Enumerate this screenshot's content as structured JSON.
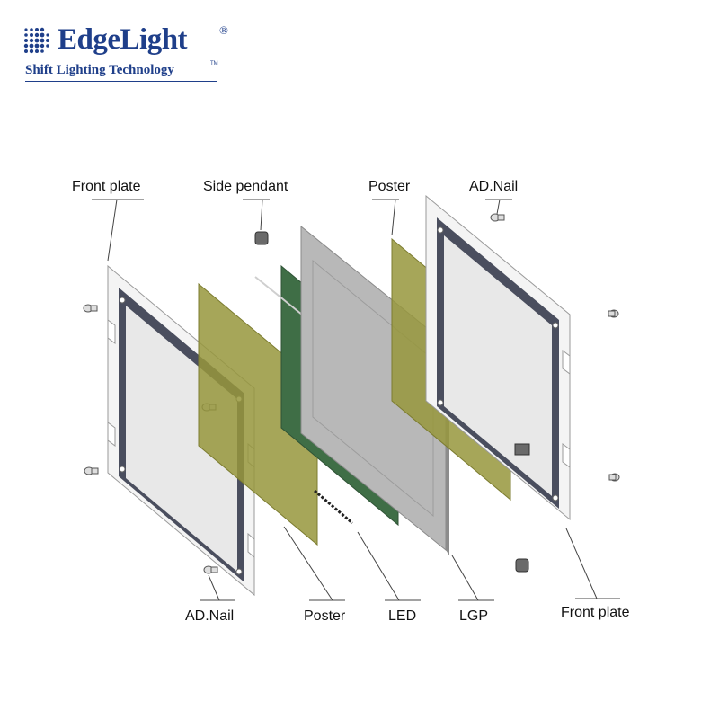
{
  "brand": {
    "name": "EdgeLight",
    "registered": "®",
    "tagline": "Shift Lighting Technology",
    "trademark": "TM",
    "color": "#1f3f8a"
  },
  "labels": {
    "front_plate_left": "Front plate",
    "side_pendant": "Side pendant",
    "poster_top": "Poster",
    "ad_nail_top": "AD.Nail",
    "ad_nail_bottom": "AD.Nail",
    "poster_bottom": "Poster",
    "led": "LED",
    "lgp": "LGP",
    "front_plate_right": "Front plate"
  },
  "colors": {
    "frame_border": "#4a4e5e",
    "plate": "#f3f3f3",
    "poster": "#96963c",
    "led_panel": "#3f6e46",
    "lgp": "#b3b3b3"
  }
}
